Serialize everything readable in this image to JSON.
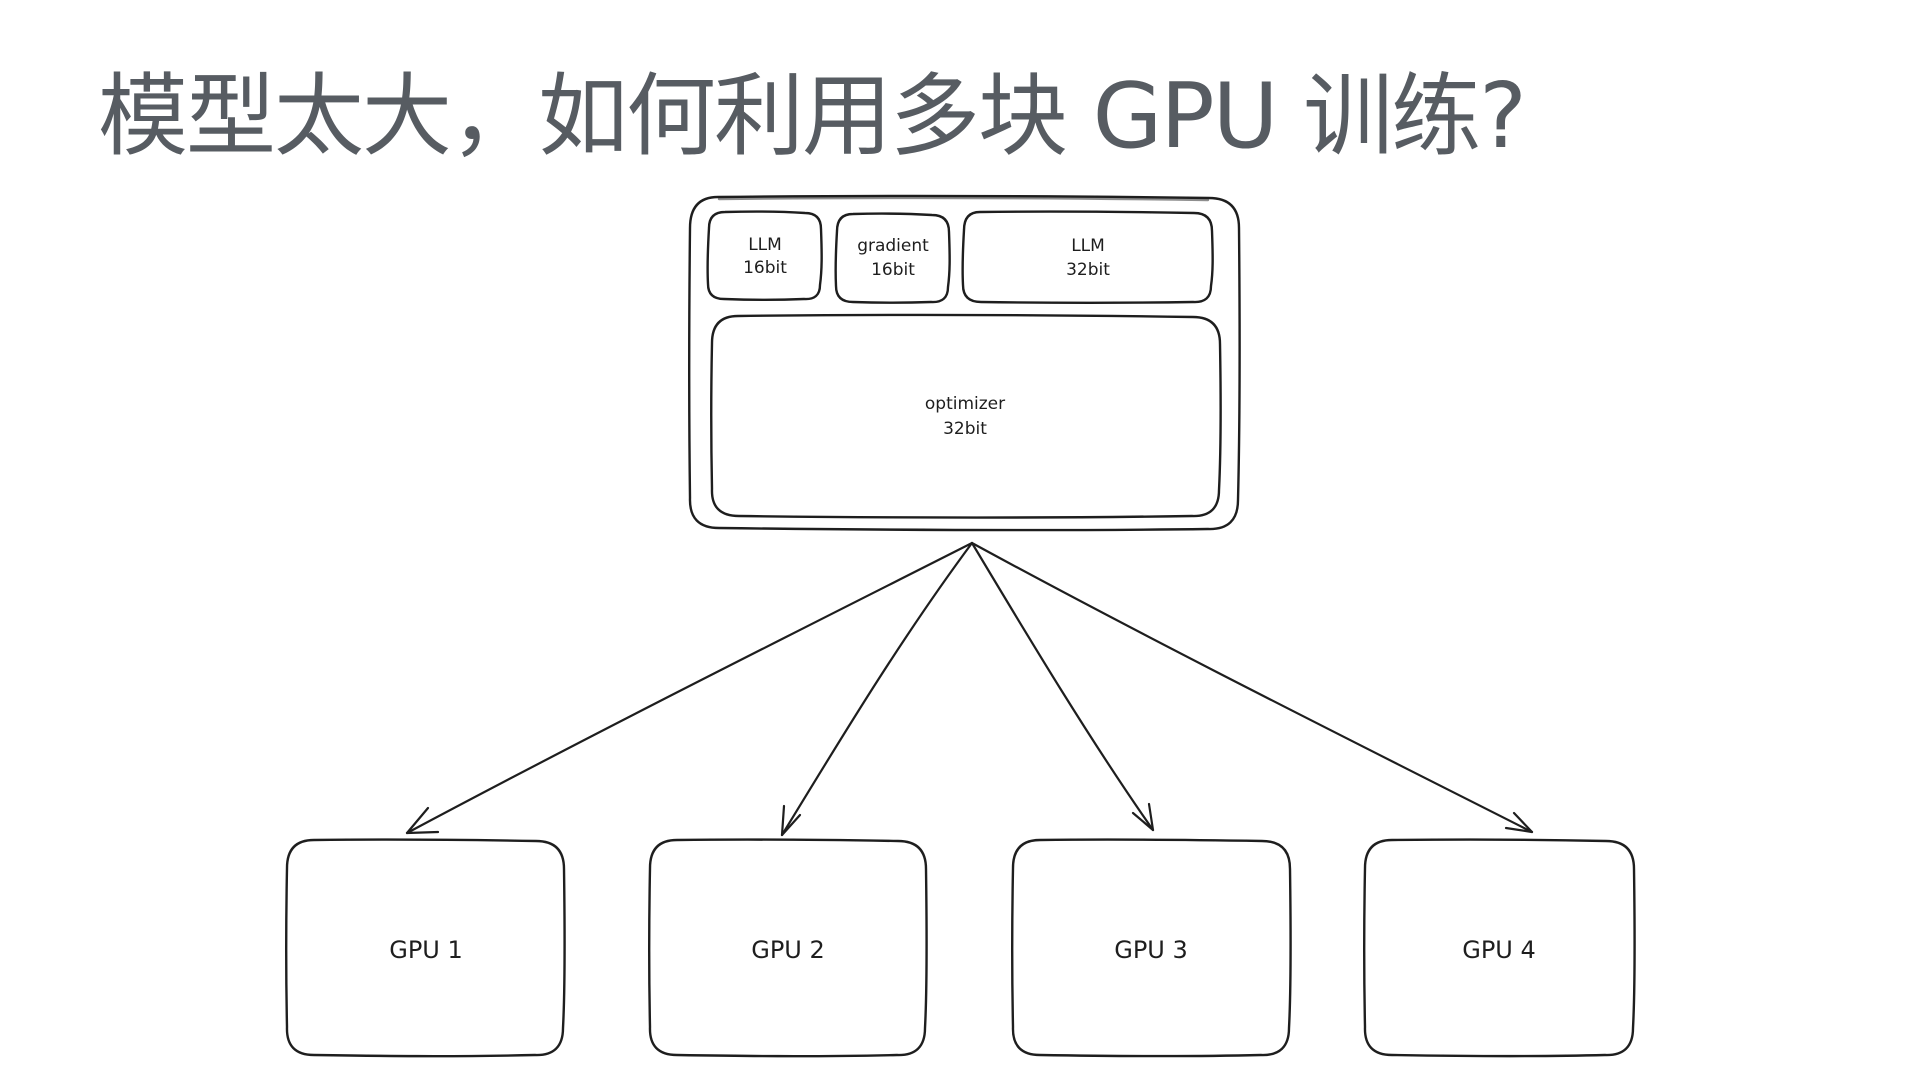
{
  "title": "模型太大，如何利用多块 GPU 训练?",
  "model_container": {
    "blocks": [
      {
        "id": "llm16",
        "line1": "LLM",
        "line2": "16bit"
      },
      {
        "id": "grad16",
        "line1": "gradient",
        "line2": "16bit"
      },
      {
        "id": "llm32",
        "line1": "LLM",
        "line2": "32bit"
      },
      {
        "id": "opt32",
        "line1": "optimizer",
        "line2": "32bit"
      }
    ]
  },
  "gpus": [
    {
      "label": "GPU 1"
    },
    {
      "label": "GPU 2"
    },
    {
      "label": "GPU 3"
    },
    {
      "label": "GPU 4"
    }
  ],
  "edges": [
    {
      "from": "model_container",
      "to": "GPU 1"
    },
    {
      "from": "model_container",
      "to": "GPU 2"
    },
    {
      "from": "model_container",
      "to": "GPU 3"
    },
    {
      "from": "model_container",
      "to": "GPU 4"
    }
  ],
  "colors": {
    "title": "#575c62",
    "stroke": "#1e1e1e",
    "background": "#ffffff"
  }
}
